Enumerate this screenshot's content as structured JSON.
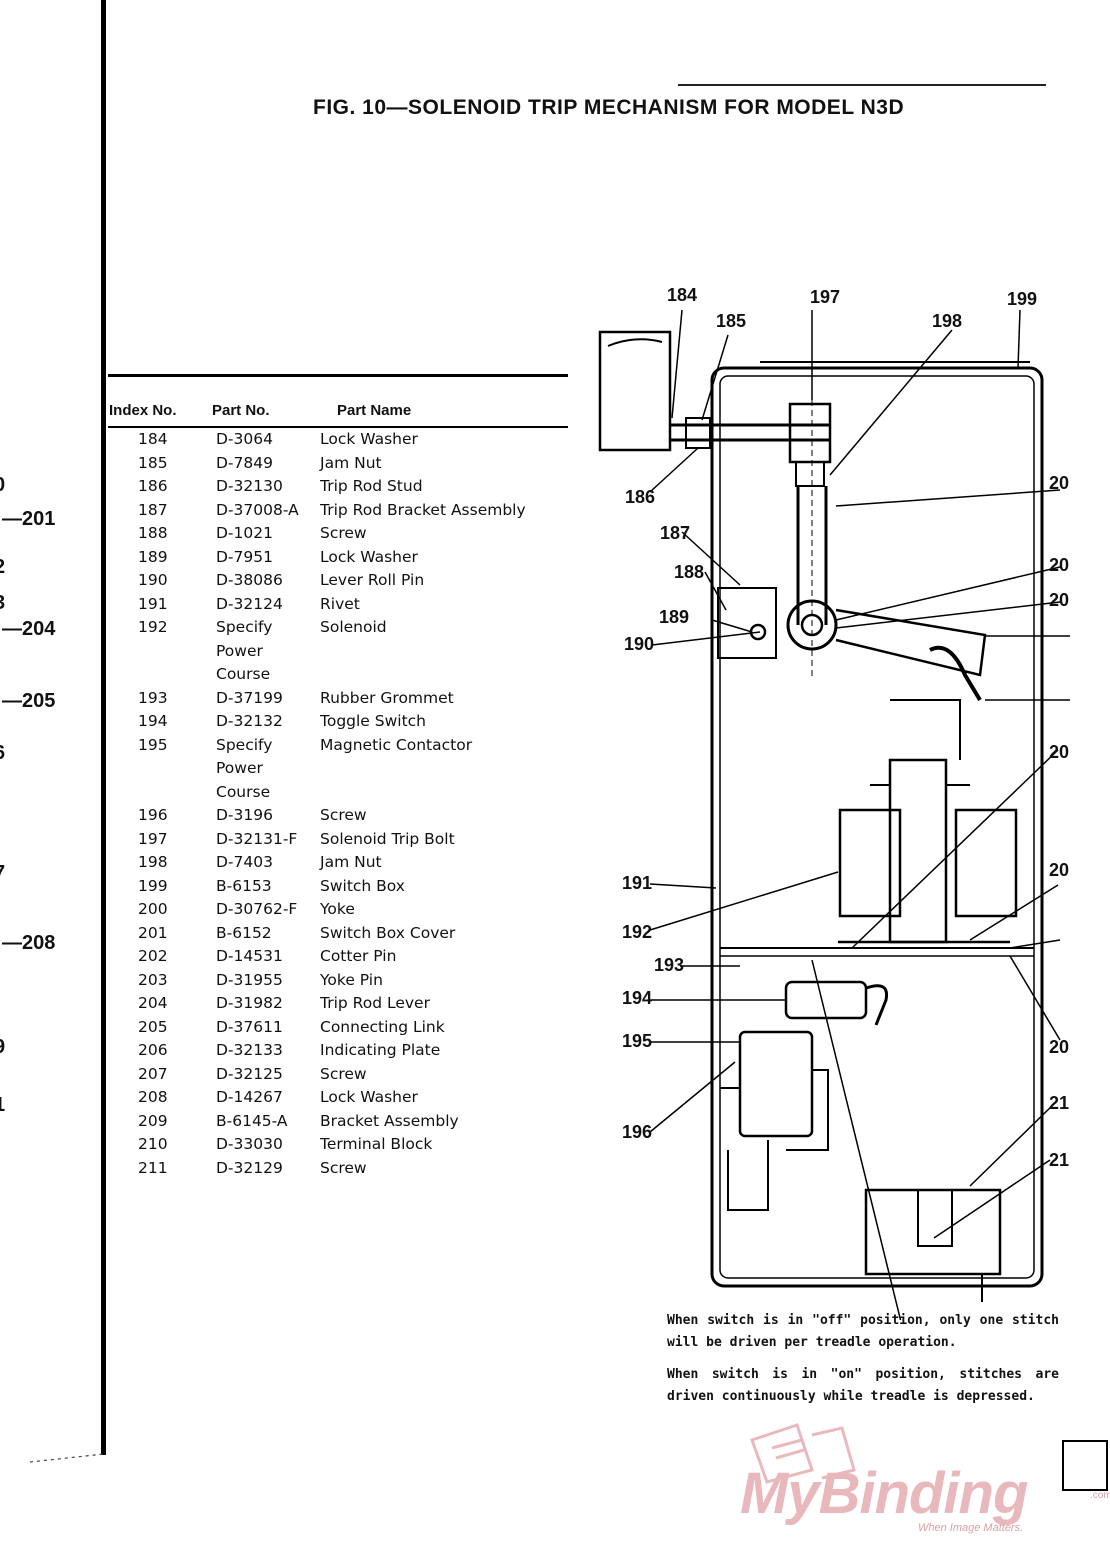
{
  "page": {
    "title": "FIG. 10—SOLENOID TRIP MECHANISM FOR MODEL N3D"
  },
  "table": {
    "headers": {
      "index": "Index No.",
      "part": "Part No.",
      "name": "Part Name"
    },
    "rows": [
      {
        "index": "184",
        "part": "D-3064",
        "name": [
          "Lock Washer"
        ]
      },
      {
        "index": "185",
        "part": "D-7849",
        "name": [
          "Jam Nut"
        ]
      },
      {
        "index": "186",
        "part": "D-32130",
        "name": [
          "Trip Rod Stud"
        ]
      },
      {
        "index": "187",
        "part": "D-37008-A",
        "name": [
          "Trip Rod Bracket Assembly"
        ]
      },
      {
        "index": "188",
        "part": "D-1021",
        "name": [
          "Screw"
        ]
      },
      {
        "index": "189",
        "part": "D-7951",
        "name": [
          "Lock Washer"
        ]
      },
      {
        "index": "190",
        "part": "D-38086",
        "name": [
          "Lever Roll Pin"
        ]
      },
      {
        "index": "191",
        "part": "D-32124",
        "name": [
          "Rivet"
        ]
      },
      {
        "index": "192",
        "part": [
          "Specify",
          "Power",
          "Course"
        ],
        "name": [
          "Solenoid"
        ]
      },
      {
        "index": "193",
        "part": "D-37199",
        "name": [
          "Rubber Grommet"
        ]
      },
      {
        "index": "194",
        "part": "D-32132",
        "name": [
          "Toggle Switch"
        ]
      },
      {
        "index": "195",
        "part": [
          "Specify",
          "Power",
          "Course"
        ],
        "name": [
          "Magnetic Contactor"
        ]
      },
      {
        "index": "196",
        "part": "D-3196",
        "name": [
          "Screw"
        ]
      },
      {
        "index": "197",
        "part": "D-32131-F",
        "name": [
          "Solenoid Trip Bolt"
        ]
      },
      {
        "index": "198",
        "part": "D-7403",
        "name": [
          "Jam Nut"
        ]
      },
      {
        "index": "199",
        "part": "B-6153",
        "name": [
          "Switch Box"
        ]
      },
      {
        "index": "200",
        "part": "D-30762-F",
        "name": [
          "Yoke"
        ]
      },
      {
        "index": "201",
        "part": "B-6152",
        "name": [
          "Switch Box Cover"
        ]
      },
      {
        "index": "202",
        "part": "D-14531",
        "name": [
          "Cotter Pin"
        ]
      },
      {
        "index": "203",
        "part": "D-31955",
        "name": [
          "Yoke Pin"
        ]
      },
      {
        "index": "204",
        "part": "D-31982",
        "name": [
          "Trip Rod Lever"
        ]
      },
      {
        "index": "205",
        "part": "D-37611",
        "name": [
          "Connecting Link"
        ]
      },
      {
        "index": "206",
        "part": "D-32133",
        "name": [
          "Indicating Plate"
        ]
      },
      {
        "index": "207",
        "part": "D-32125",
        "name": [
          "Screw"
        ]
      },
      {
        "index": "208",
        "part": "D-14267",
        "name": [
          "Lock Washer"
        ]
      },
      {
        "index": "209",
        "part": "B-6145-A",
        "name": [
          "Bracket Assembly"
        ]
      },
      {
        "index": "210",
        "part": "D-33030",
        "name": [
          "Terminal Block"
        ]
      },
      {
        "index": "211",
        "part": "D-32129",
        "name": [
          "Screw"
        ]
      }
    ]
  },
  "left_margin_labels": {
    "l201": "—201",
    "l204": "—204",
    "l205": "—205",
    "l208": "—208",
    "f1": "0",
    "f2": "2",
    "f3": "3",
    "f4": "6",
    "f5": "7",
    "f6": "9",
    "f7": "1"
  },
  "diagram_callouts": {
    "c184": "184",
    "c185": "185",
    "c197": "197",
    "c198": "198",
    "c199": "199",
    "c186": "186",
    "c187": "187",
    "c188": "188",
    "c189": "189",
    "c190": "190",
    "c191": "191",
    "c192": "192",
    "c193": "193",
    "c194": "194",
    "c195": "195",
    "c196": "196",
    "r200": "20",
    "r201": "20",
    "r202": "20",
    "r203": "20",
    "r204": "20",
    "r205": "20",
    "r209": "21",
    "r210": "21"
  },
  "notes": [
    "When switch is in \"off\" position, only one stitch will be driven per treadle operation.",
    "When switch is in \"on\" position, stitches are driven continuously while treadle is depressed."
  ],
  "watermark": {
    "brand_a": "My",
    "brand_b": "Binding",
    "com": ".com",
    "tagline": "When Image Matters."
  }
}
